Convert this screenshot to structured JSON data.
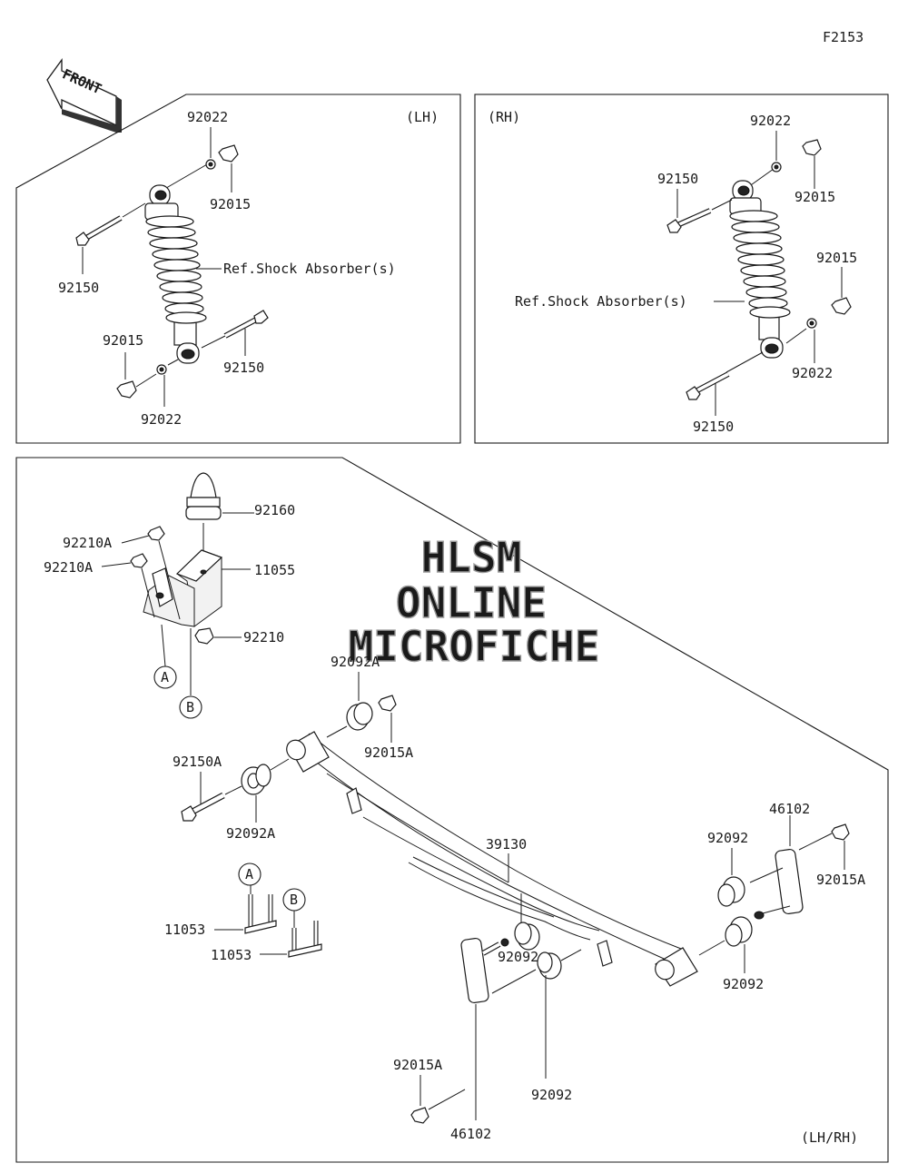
{
  "figure_code": "F2153",
  "front_arrow_text": "FRONT",
  "panels": {
    "lh_tag": "(LH)",
    "rh_tag": "(RH)",
    "bottom_tag": "(LH/RH)"
  },
  "watermark": {
    "line1": "HLSM",
    "line2": "ONLINE",
    "line3": "MICROFICHE"
  },
  "reference_note": "Ref.Shock Absorber(s)",
  "callouts": [
    "A",
    "B"
  ],
  "labels": {
    "lh_92022_top": "92022",
    "lh_92015_top": "92015",
    "lh_92150_top": "92150",
    "lh_ref_note": "Ref.Shock Absorber(s)",
    "lh_92015_bottom": "92015",
    "lh_92150_bottom": "92150",
    "lh_92022_bottom": "92022",
    "rh_92022_top": "92022",
    "rh_92150_top": "92150",
    "rh_92015_top": "92015",
    "rh_92015_mid": "92015",
    "rh_ref_note": "Ref.Shock Absorber(s)",
    "rh_92022_bottom": "92022",
    "rh_92150_bottom": "92150",
    "p_92160": "92160",
    "p_92210A_1": "92210A",
    "p_92210A_2": "92210A",
    "p_11055": "11055",
    "p_92210": "92210",
    "p_92092A_top": "92092A",
    "p_92015A_top": "92015A",
    "p_92150A": "92150A",
    "p_92092A_bottom": "92092A",
    "p_39130": "39130",
    "p_46102_right": "46102",
    "p_92092_r1": "92092",
    "p_92015A_right": "92015A",
    "p_92092_r2": "92092",
    "p_11053_a": "11053",
    "p_11053_b": "11053",
    "p_92092_c1": "92092",
    "p_92092_c2": "92092",
    "p_92015A_left": "92015A",
    "p_46102_bottom": "46102"
  }
}
